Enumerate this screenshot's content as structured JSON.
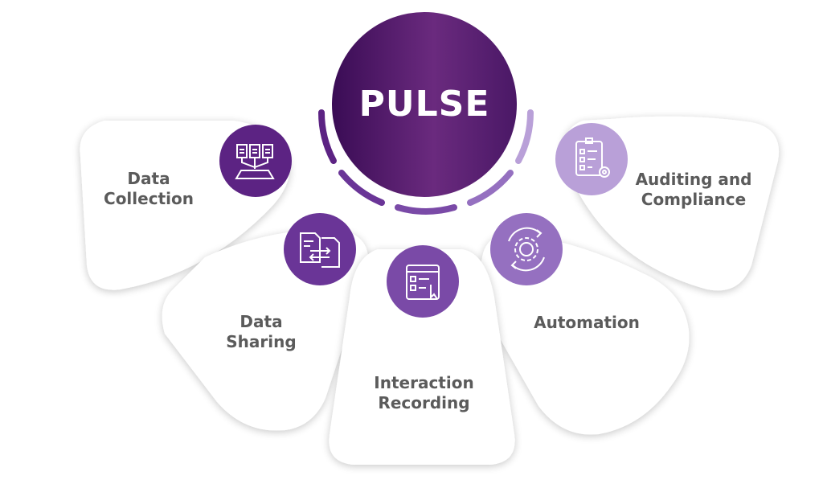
{
  "hub": {
    "title": "PULSE"
  },
  "features": [
    {
      "label": "Data\nCollection",
      "icon": "document-collection-icon",
      "color": "#5c2383"
    },
    {
      "label": "Data\nSharing",
      "icon": "document-exchange-icon",
      "color": "#6a3597"
    },
    {
      "label": "Interaction\nRecording",
      "icon": "screen-checklist-icon",
      "color": "#7a4aa7"
    },
    {
      "label": "Automation",
      "icon": "gear-cycle-icon",
      "color": "#9570c0"
    },
    {
      "label": "Auditing and\nCompliance",
      "icon": "checklist-gear-icon",
      "color": "#b9a0d8"
    }
  ],
  "colors": {
    "hub_dark": "#3c0f58",
    "hub_mid": "#6d2a7f",
    "card": "#ffffff",
    "text": "#5b5b5b"
  }
}
